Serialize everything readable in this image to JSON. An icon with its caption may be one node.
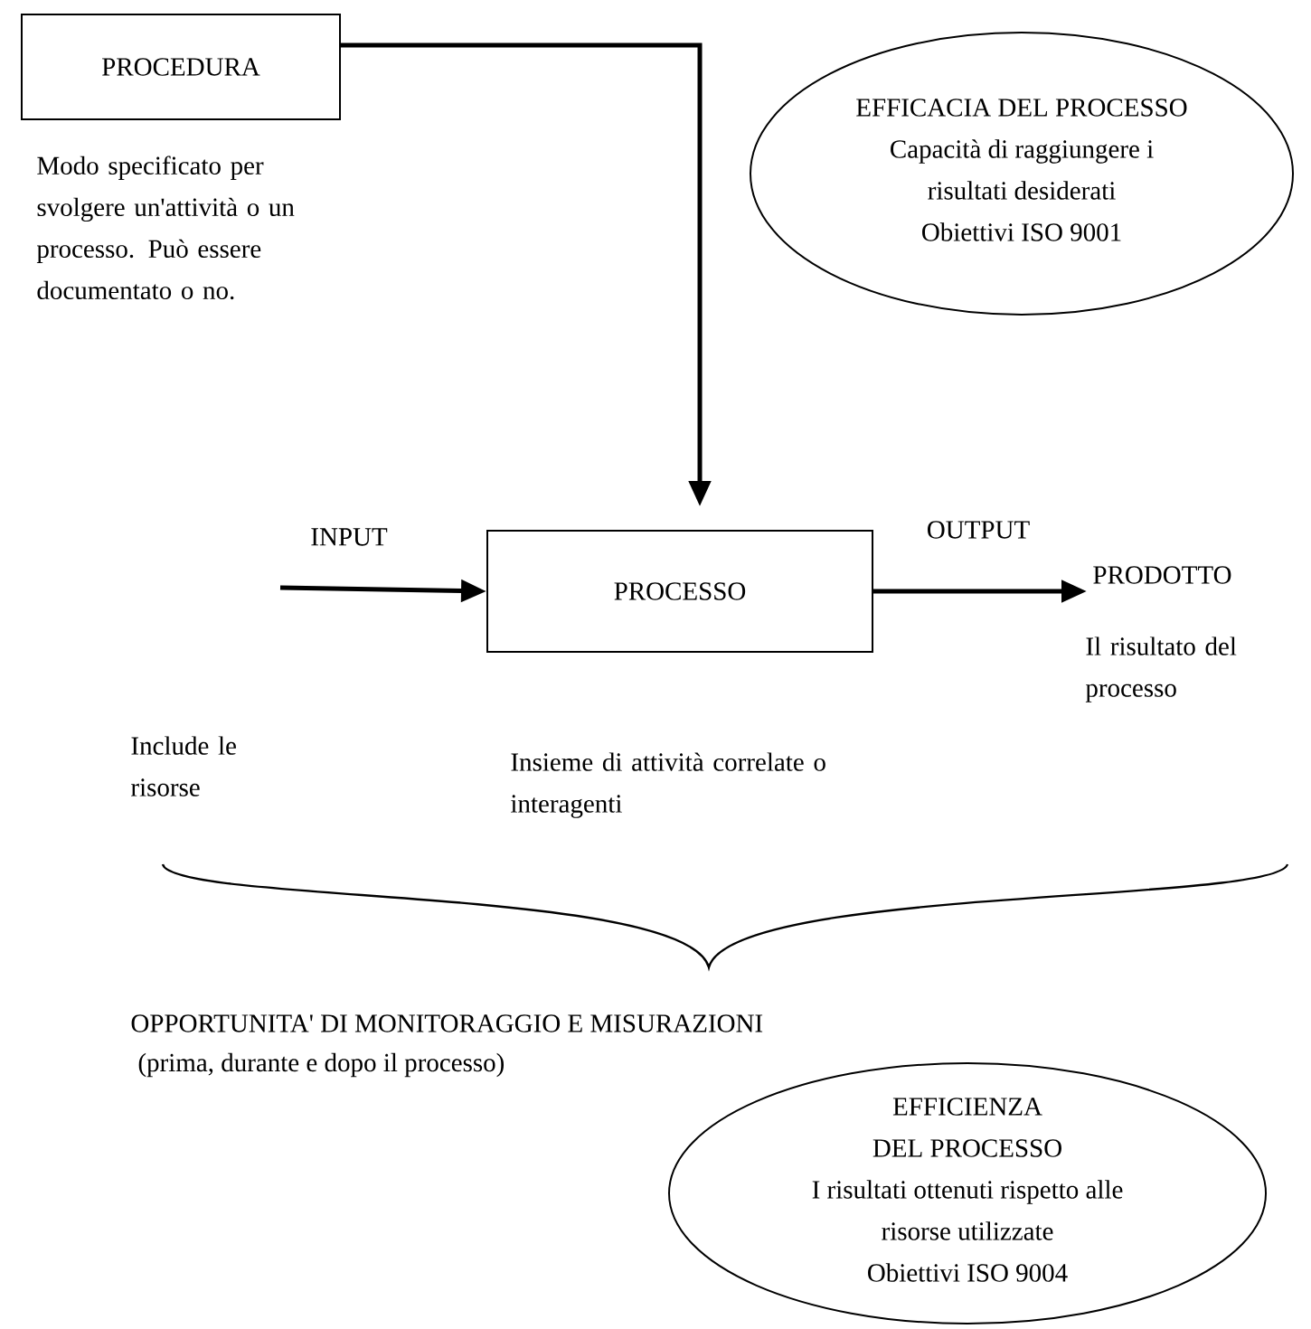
{
  "diagram": {
    "nodes": [
      {
        "text": [
          "PROCEDURA"
        ],
        "beside": [
          "Modo specificato per svolgere un'attività o un processo. Può essere documentato o no."
        ]
      },
      {
        "text": [
          "EFFICACIA DEL PROCESSO",
          "Capacità di raggiungere i risultati desiderati",
          "Obiettivi ISO 9001"
        ]
      },
      {
        "text": [
          "PROCESSO"
        ],
        "beside": [
          "Insieme di attività correlate o interagenti"
        ]
      },
      {
        "text": [
          "PRODOTTO"
        ],
        "beside": [
          "Il risultato del processo"
        ]
      },
      {
        "text": [
          "EFFICIENZA DEL PROCESSO",
          "I risultati ottenuti rispetto alle risorse utilizzate",
          "Obiettivi ISO 9004"
        ]
      }
    ],
    "edges": [
      {
        "from": 0,
        "to": 2,
        "arrow": "to"
      },
      {
        "from": null,
        "to": 2,
        "arrow": "to",
        "label": "INPUT"
      },
      {
        "from": 2,
        "to": 3,
        "arrow": "to",
        "label": "OUTPUT"
      }
    ],
    "labels": [
      "Include le risorse",
      "OPPORTUNITA' DI MONITORAGGIO E MISURAZIONI",
      "(prima, durante e dopo il processo)"
    ]
  }
}
